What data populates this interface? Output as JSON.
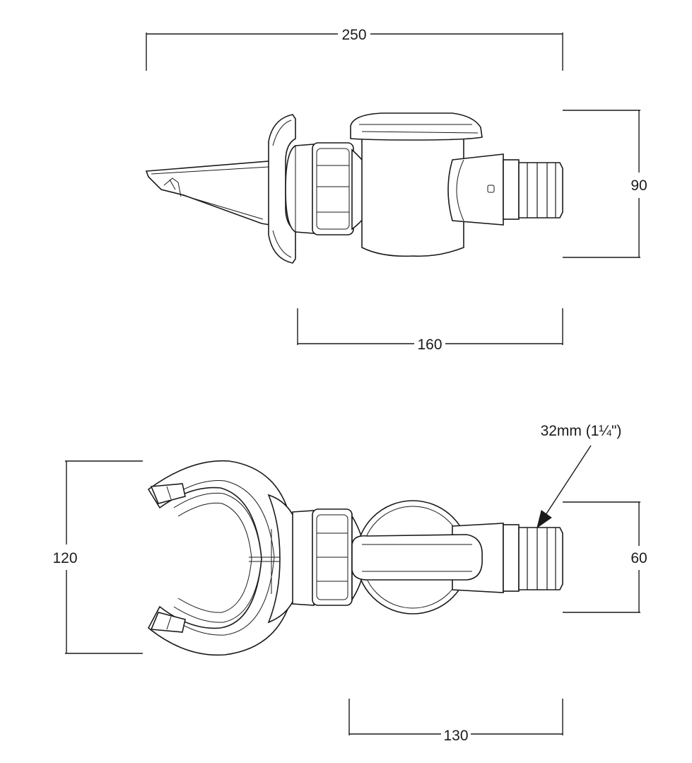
{
  "dimensions": {
    "top_width_total": "250",
    "top_height": "90",
    "top_width_body": "160",
    "bottom_height_total": "120",
    "bottom_height_outlet": "60",
    "bottom_width_body": "130",
    "outlet_size_callout": "32mm (1¼\")"
  },
  "colors": {
    "line": "#1a1a1a",
    "background": "#ffffff"
  }
}
